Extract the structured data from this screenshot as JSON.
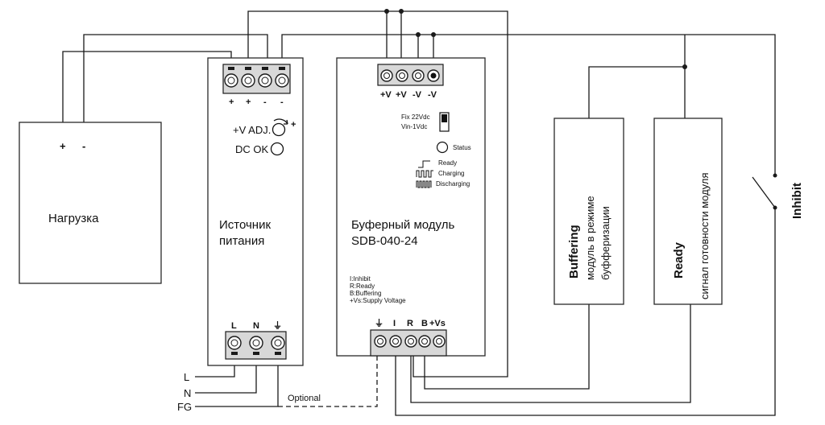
{
  "load": {
    "title": "Нагрузка",
    "plus": "+",
    "minus": "-"
  },
  "psu": {
    "title_line1": "Источник",
    "title_line2": "питания",
    "top_terminals": [
      "+",
      "+",
      "-",
      "-"
    ],
    "adj_label": "+V ADJ.",
    "adj_plus": "+",
    "dcok_label": "DC OK",
    "bottom_terminals": [
      "L",
      "N",
      "⏚"
    ]
  },
  "buffer": {
    "title_line1": "Буферный модуль",
    "title_line2": "SDB-040-24",
    "top_terminals": [
      "+V",
      "+V",
      "-V",
      "-V"
    ],
    "switch_fix": "Fix  22Vdc",
    "switch_vin": "Vin-1Vdc",
    "status_label": "Status",
    "legend_ready": "Ready",
    "legend_charging": "Charging",
    "legend_discharging": "Discharging",
    "notes": [
      "I:Inhibit",
      "R:Ready",
      "B:Buffering",
      "+Vs:Supply Voltage"
    ],
    "bottom_terminals": [
      "⏚",
      "I",
      "R",
      "B",
      "+Vs"
    ]
  },
  "buffering_box": {
    "title": "Buffering",
    "line1": "модуль в режиме",
    "line2": "буфферизации"
  },
  "ready_box": {
    "title": "Ready",
    "line1": "сигнал готовности модуля"
  },
  "inhibit_label": "Inhibit",
  "mains": {
    "L": "L",
    "N": "N",
    "FG": "FG"
  },
  "optional_label": "Optional"
}
